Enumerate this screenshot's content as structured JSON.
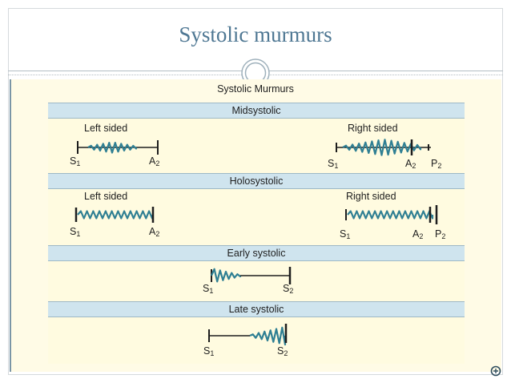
{
  "slide": {
    "title": "Systolic murmurs"
  },
  "figure": {
    "heading": "Systolic Murmurs",
    "sections": [
      {
        "title": "Midsystolic",
        "left": {
          "label": "Left sided",
          "s1": "S",
          "s1_sub": "1",
          "s2": "A",
          "s2_sub": "2"
        },
        "right": {
          "label": "Right sided",
          "s1": "S",
          "s1_sub": "1",
          "s2": "A",
          "s2_sub": "2",
          "s3": "P",
          "s3_sub": "2"
        }
      },
      {
        "title": "Holosystolic",
        "left": {
          "label": "Left sided",
          "s1": "S",
          "s1_sub": "1",
          "s2": "A",
          "s2_sub": "2"
        },
        "right": {
          "label": "Right  sided",
          "s1": "S",
          "s1_sub": "1",
          "s2": "A",
          "s2_sub": "2",
          "s3": "P",
          "s3_sub": "2"
        }
      },
      {
        "title": "Early systolic",
        "center": {
          "s1": "S",
          "s1_sub": "1",
          "s2": "S",
          "s2_sub": "2"
        }
      },
      {
        "title": "Late systolic",
        "center": {
          "s1": "S",
          "s1_sub": "1",
          "s2": "S",
          "s2_sub": "2"
        }
      }
    ]
  },
  "colors": {
    "title": "#4e7793",
    "band": "#cfe4ee",
    "panel": "#fffbe0",
    "trace": "#2f7f93",
    "line": "#1e1e1e"
  },
  "icons": {
    "ornament": "double-circle-ornament",
    "corner": "slide-corner-icon"
  }
}
